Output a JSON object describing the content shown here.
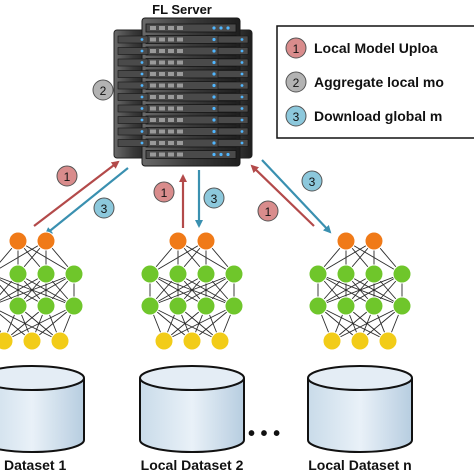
{
  "server": {
    "title": "FL Server"
  },
  "legend": {
    "items": [
      {
        "num": "1",
        "text": "Local Model Uploa",
        "color": "#d98c8c"
      },
      {
        "num": "2",
        "text": "Aggregate local mo",
        "color": "#b3b3b3"
      },
      {
        "num": "3",
        "text": "Download global m",
        "color": "#8cc8dc"
      }
    ]
  },
  "step_markers": {
    "aggregate": "2",
    "left_upload": "1",
    "left_download": "3",
    "center_upload": "1",
    "center_download": "3",
    "right_upload": "1",
    "right_download": "3"
  },
  "colors": {
    "upload_arrow": "#b34a4a",
    "download_arrow": "#3a90b0",
    "output_node": "#f07a18",
    "hidden_node": "#6fc62b",
    "input_node": "#f2cc18"
  },
  "clients": [
    {
      "label": "Dataset 1"
    },
    {
      "label": "Local Dataset 2"
    },
    {
      "label": "Local Dataset n"
    }
  ],
  "ellipsis": "• •  •"
}
